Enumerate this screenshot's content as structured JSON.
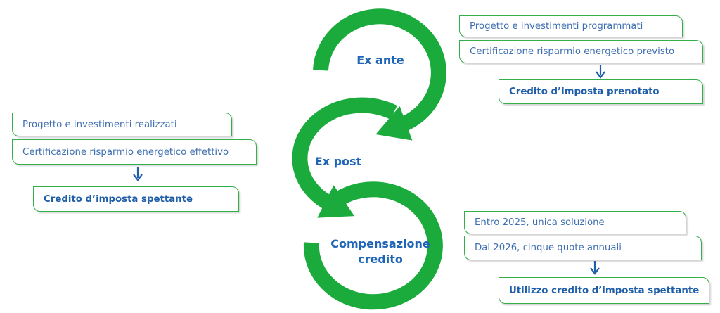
{
  "colors": {
    "cycle_green": "#1aab3c",
    "box_border": "#34b04a",
    "text_blue": "#3f6fb0",
    "label_blue": "#1f65b7",
    "arrow_blue": "#1f5ea8"
  },
  "stages": {
    "ex_ante": "Ex ante",
    "ex_post": "Ex post",
    "compensazione_line1": "Compensazione",
    "compensazione_line2": "credito"
  },
  "ex_ante_panel": {
    "item1": "Progetto e investimenti programmati",
    "item2": "Certificazione risparmio energetico previsto",
    "result": "Credito d’imposta prenotato",
    "arrow_icon": "down-arrow"
  },
  "ex_post_panel": {
    "item1": "Progetto e investimenti realizzati",
    "item2": "Certificazione risparmio energetico effettivo",
    "result": "Credito d’imposta spettante",
    "arrow_icon": "down-arrow"
  },
  "compensazione_panel": {
    "item1": "Entro 2025, unica soluzione",
    "item2": "Dal 2026, cinque quote annuali",
    "result": "Utilizzo credito d’imposta spettante",
    "arrow_icon": "down-arrow"
  }
}
